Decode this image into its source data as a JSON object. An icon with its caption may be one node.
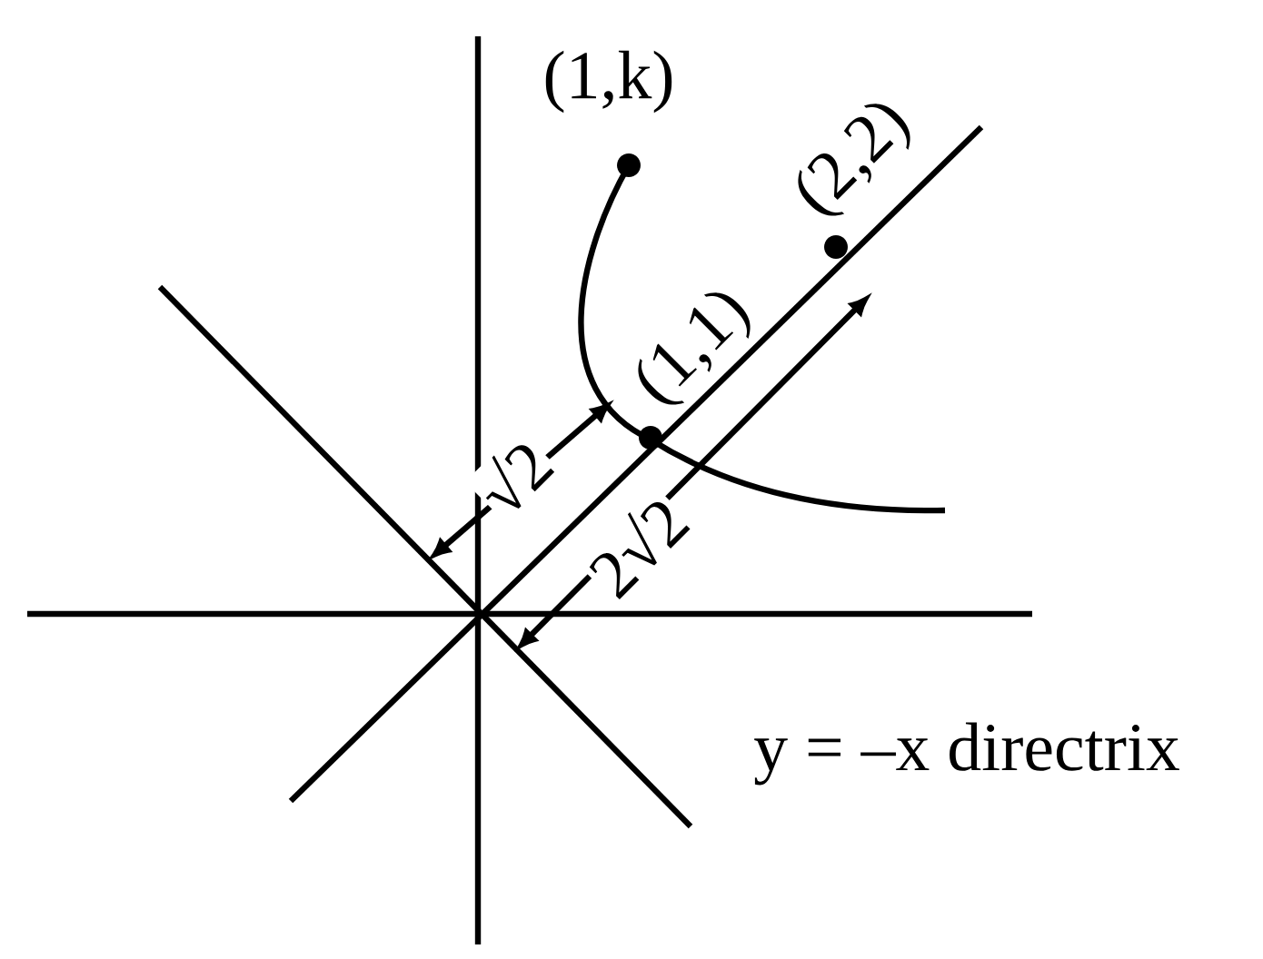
{
  "diagram": {
    "labels": [
      "(1,k)",
      "(2,2)",
      "(1,1)",
      "√2",
      "2√2",
      "y = –x directrix"
    ]
  }
}
